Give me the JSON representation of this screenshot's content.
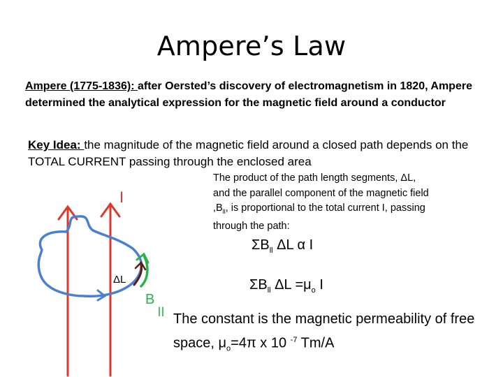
{
  "slide": {
    "title": "Ampere’s Law",
    "intro_lead": "Ampere  (1775-1836):  ",
    "intro_rest": "after Oersted’s discovery of electromagnetism in 1820, Ampere determined the analytical expression for the magnetic field around a conductor",
    "key_idea_label": "Key Idea: ",
    "key_idea_text": "the magnitude of the magnetic field around a closed path depends on the TOTAL CURRENT passing through the enclosed area",
    "product_part1": "The product of the path length segments, ΔL, and the parallel component of the magnetic field ,B",
    "product_sub": "ll",
    "product_part2": ", is proportional to the total current I, passing through the path:",
    "eq1_a": "ΣB",
    "eq1_sub": "ll",
    "eq1_b": " ΔL α I",
    "eq2_a": "ΣB",
    "eq2_sub": "ll",
    "eq2_b": " ΔL =μ",
    "eq2_sub2": "o",
    "eq2_c": " I",
    "constant_a": "The constant is the magnetic permeability of free space, μ",
    "constant_sub": "o",
    "constant_b": "=4π x 10 ",
    "constant_sup": "-7",
    "constant_c": " Tm/A"
  },
  "diagram": {
    "current_label": "I",
    "delta_l_label": "ΔL",
    "b_label": "B",
    "parallel_label": "ll",
    "colors": {
      "current": "#e0362c",
      "loop": "#4a7fd1",
      "field": "#2bb24c",
      "segment": "#5a1e10"
    }
  }
}
